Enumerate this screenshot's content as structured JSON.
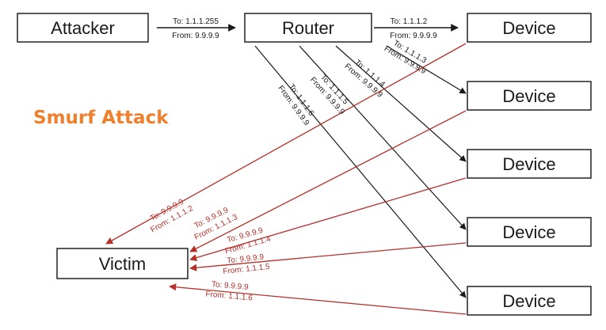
{
  "title": {
    "text": "Smurf Attack",
    "color": "#f07f2c"
  },
  "colors": {
    "request_arrow": "#1a1a1a",
    "reply_arrow": "#b5302a"
  },
  "nodes": {
    "attacker": "Attacker",
    "router": "Router",
    "victim": "Victim",
    "devices": [
      "Device",
      "Device",
      "Device",
      "Device",
      "Device"
    ]
  },
  "packets": {
    "attacker_to_router": {
      "to": "To: 1.1.1.255",
      "from": "From: 9.9.9.9"
    },
    "router_to_devices": [
      {
        "to": "To: 1.1.1.2",
        "from": "From: 9.9.9.9"
      },
      {
        "to": "To: 1.1.1.3",
        "from": "From: 9.9.9.9"
      },
      {
        "to": "To: 1.1.1.4",
        "from": "From: 9.9.9.9"
      },
      {
        "to": "To: 1.1.1.5",
        "from": "From: 9.9.9.9"
      },
      {
        "to": "To: 1.1.1.6",
        "from": "From: 9.9.9.9"
      }
    ],
    "devices_to_victim": [
      {
        "to": "To: 9.9.9.9",
        "from": "From: 1.1.1.2"
      },
      {
        "to": "To: 9.9.9.9",
        "from": "From: 1.1.1.3"
      },
      {
        "to": "To: 9.9.9.9",
        "from": "From: 1.1.1.4"
      },
      {
        "to": "To: 9.9.9.9",
        "from": "From: 1.1.1.5"
      },
      {
        "to": "To: 9.9.9.9",
        "from": "From: 1.1.1.6"
      }
    ]
  }
}
